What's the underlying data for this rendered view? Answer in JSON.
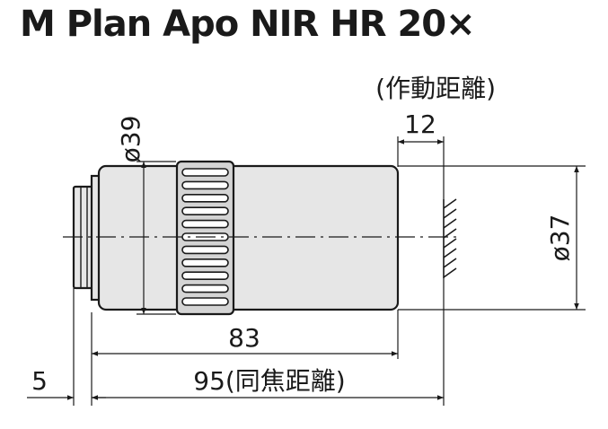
{
  "title": "M Plan Apo NIR HR 20×",
  "labels": {
    "working_distance_note": "(作動距離)",
    "wd": "12",
    "dia_39": "ø39",
    "dia_37": "ø37",
    "len_83": "83",
    "len_5": "5",
    "len_95": "95(同焦距離)"
  },
  "colors": {
    "line": "#1a1a1a",
    "body_fill": "#e6e6e6",
    "knurl_fill": "#d4d4d4"
  }
}
